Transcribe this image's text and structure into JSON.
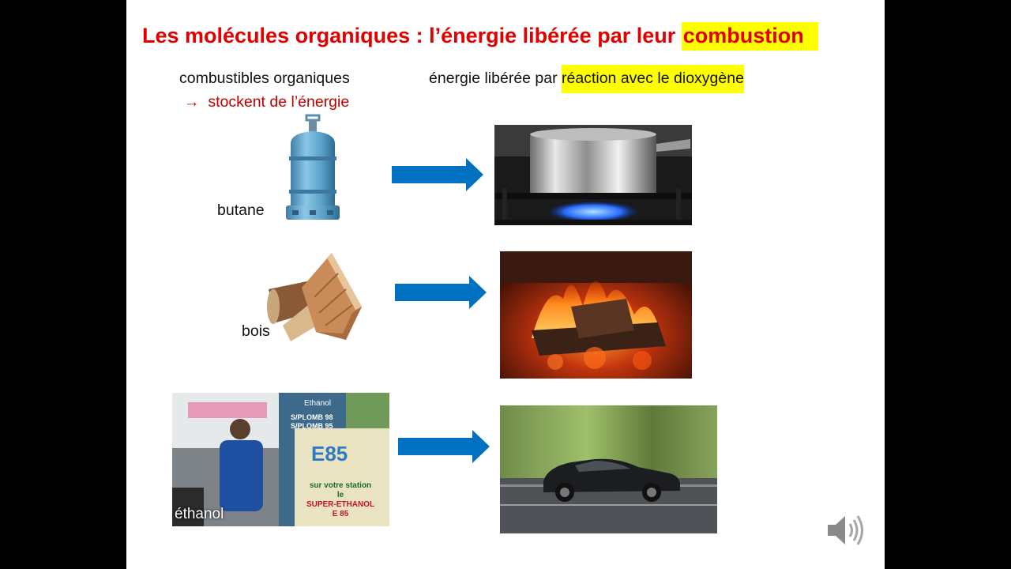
{
  "slide": {
    "title_main": "Les molécules organiques : l’énergie libérée par leur ",
    "title_highlight": "combustion",
    "header_left": "combustibles organiques",
    "header_left_sub_arrow": "→",
    "header_left_sub": "stockent de l’énergie",
    "header_right_prefix": "énergie libérée par ",
    "header_right_highlight": "réaction avec le dioxygène",
    "rows": [
      {
        "label": "butane"
      },
      {
        "label": "bois"
      },
      {
        "label": "éthanol"
      }
    ],
    "pump_texts": {
      "sign_top": "Ethanol",
      "price1": "S/PLOMB 98",
      "price2": "S/PLOMB 95",
      "logo": "E85",
      "line1": "sur votre station",
      "line2": "le",
      "line3": "SUPER-ETHANOL",
      "line4": "E 85"
    }
  },
  "colors": {
    "title_red": "#e00000",
    "sub_red": "#c00000",
    "highlight": "#ffff00",
    "arrow_blue": "#0070c0"
  }
}
